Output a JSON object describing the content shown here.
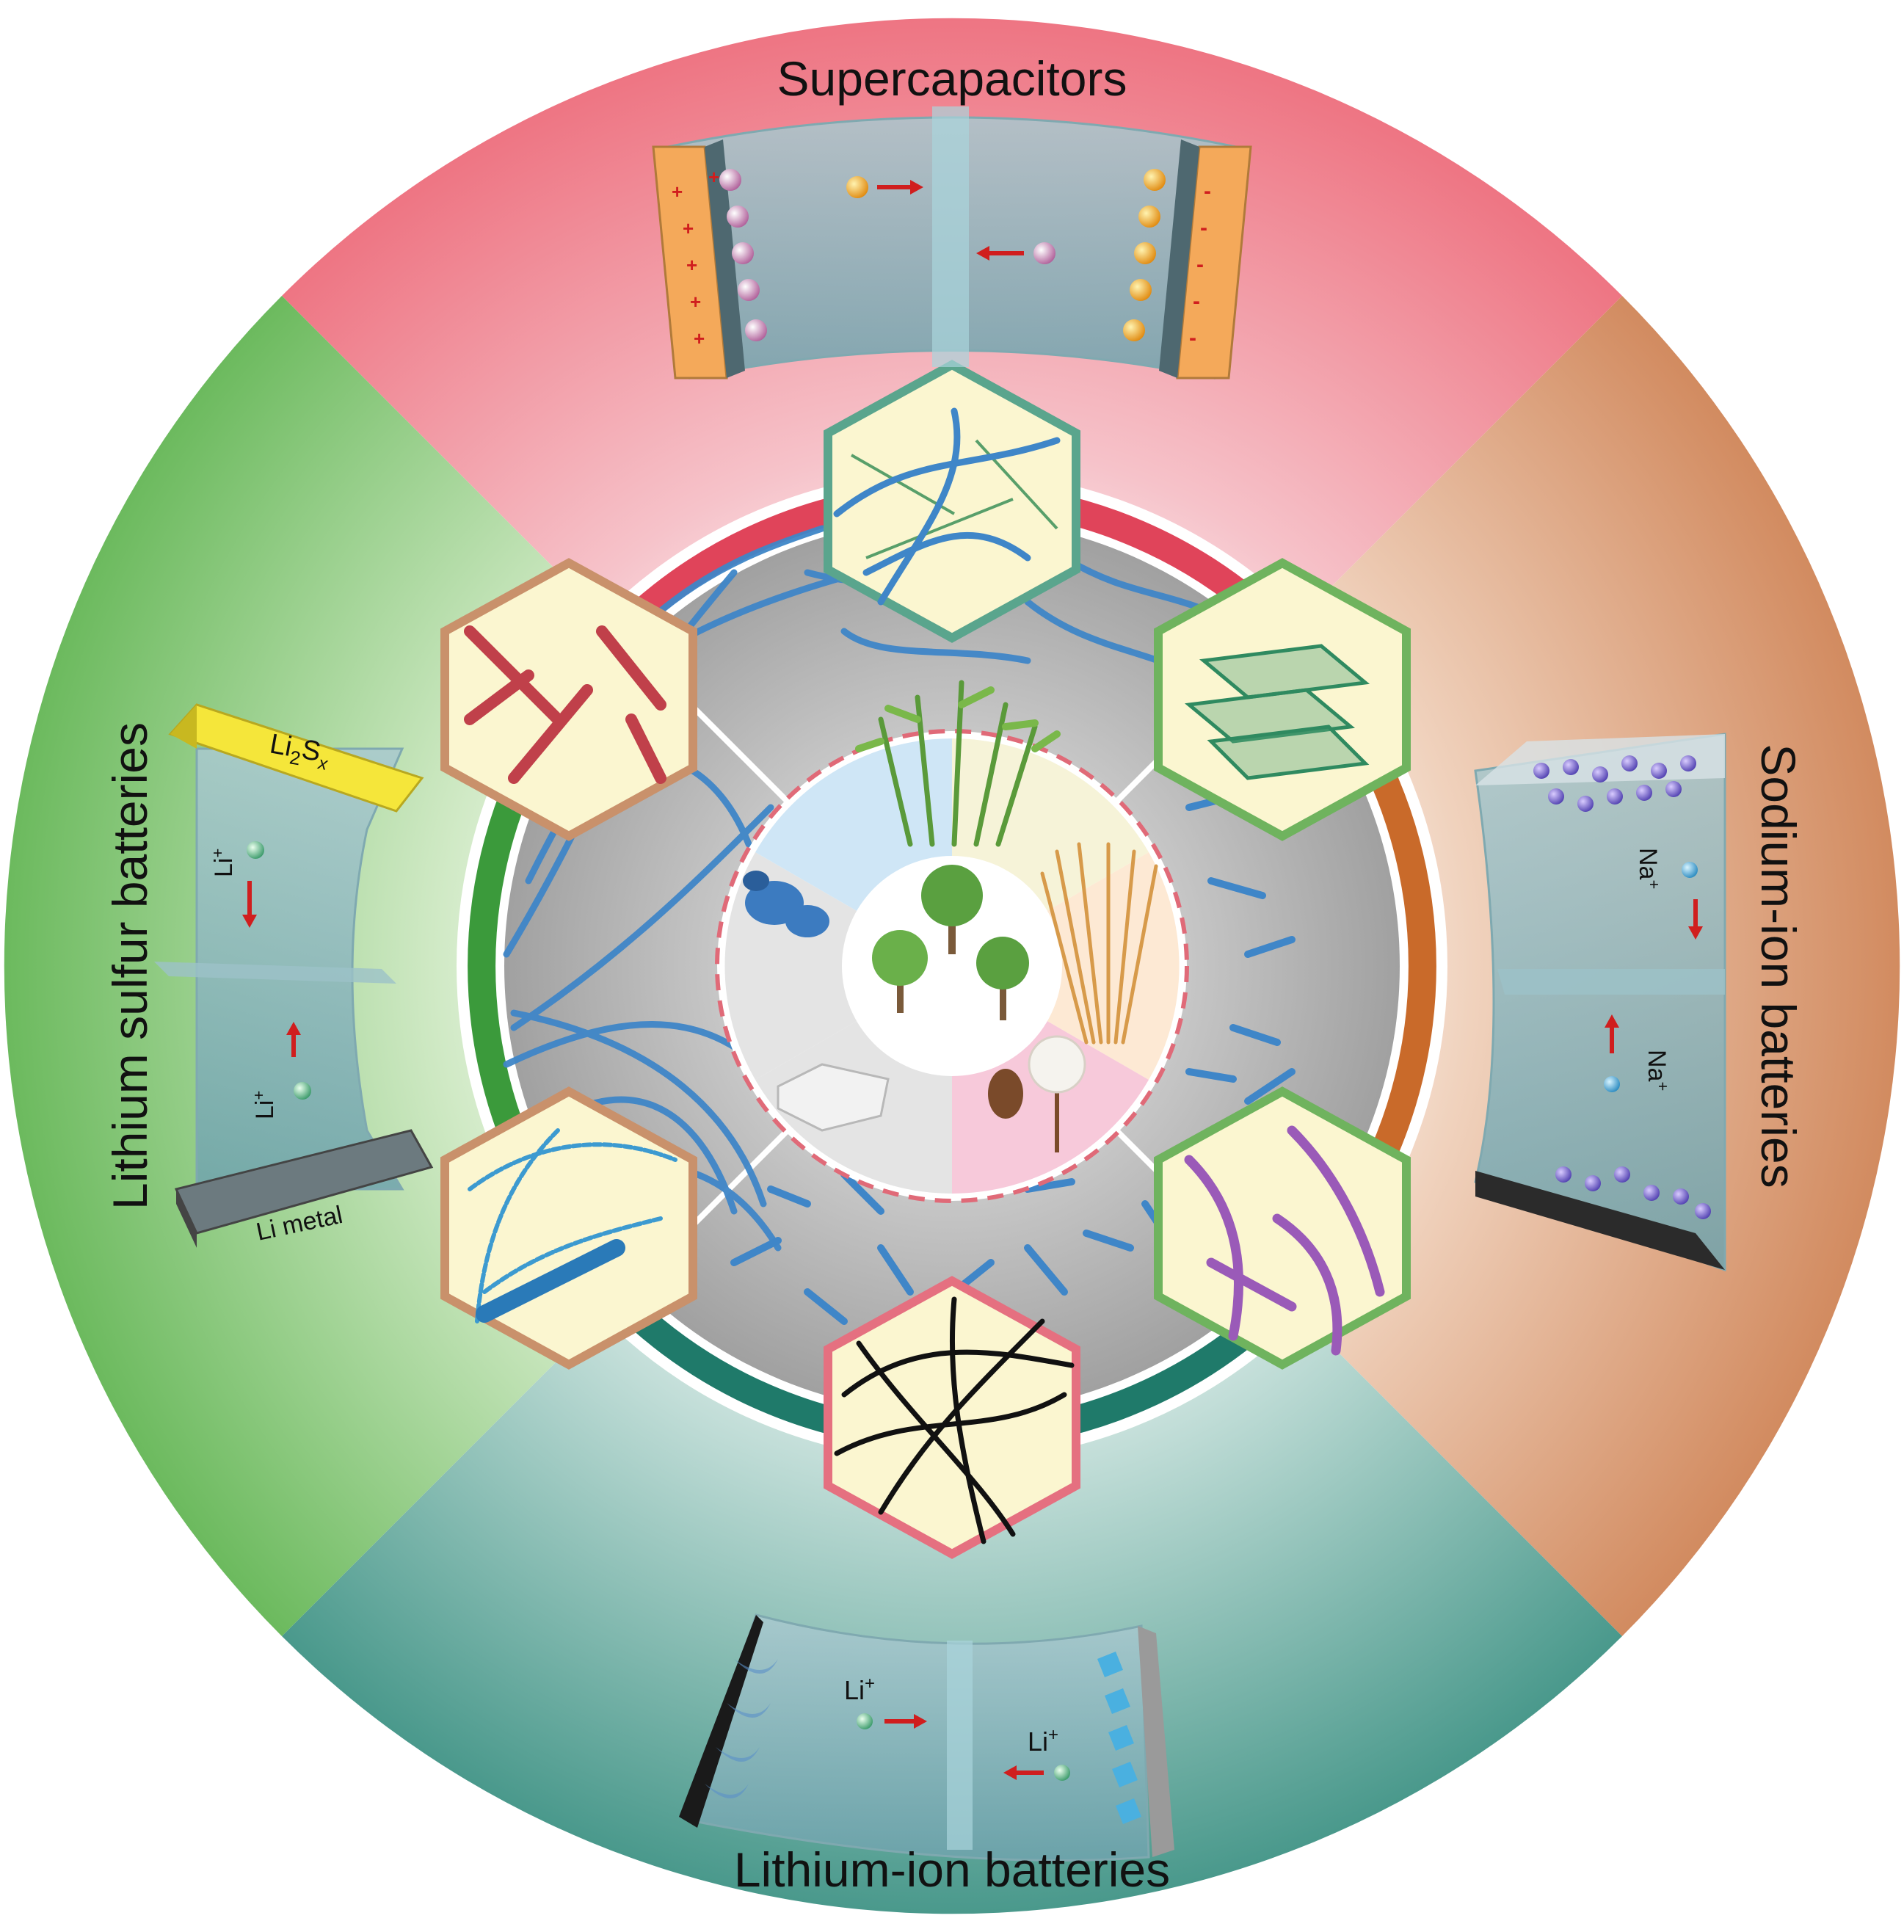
{
  "sectors": {
    "supercapacitors": {
      "title": "Supercapacitors",
      "color": "#ef7f8a"
    },
    "sodium_ion": {
      "title": "Sodium-ion batteries",
      "color": "#d69a6e",
      "ion_top": "Na",
      "ion_bottom": "Na"
    },
    "lithium_ion": {
      "title": "Lithium-ion batteries",
      "color": "#3f9a8d",
      "ion_top": "Li",
      "ion_bottom": "Li"
    },
    "lithium_sulfur": {
      "title": "Lithium sulfur batteries",
      "color": "#6cbd62",
      "top_layer": "Li",
      "top_layer_sub": "2",
      "top_layer_s": "S",
      "top_layer_x": "x",
      "bottom_layer": "Li metal",
      "ion_top": "Li",
      "ion_bottom": "Li"
    }
  },
  "ring_colors": {
    "red": "#e0445a",
    "orange": "#c96a2a",
    "teal": "#1f7a6a",
    "green": "#3b9a3b"
  },
  "hexagon_border_colors": [
    "#5aa58d",
    "#6fb35e",
    "#6fb35e",
    "#e57080",
    "#c9916b",
    "#c9916b"
  ],
  "icons": [
    "bamboo-icon",
    "wheat-icon",
    "cotton-icon",
    "cellulose-sponge-icon",
    "chitin-shell-icon",
    "trees-icon"
  ]
}
